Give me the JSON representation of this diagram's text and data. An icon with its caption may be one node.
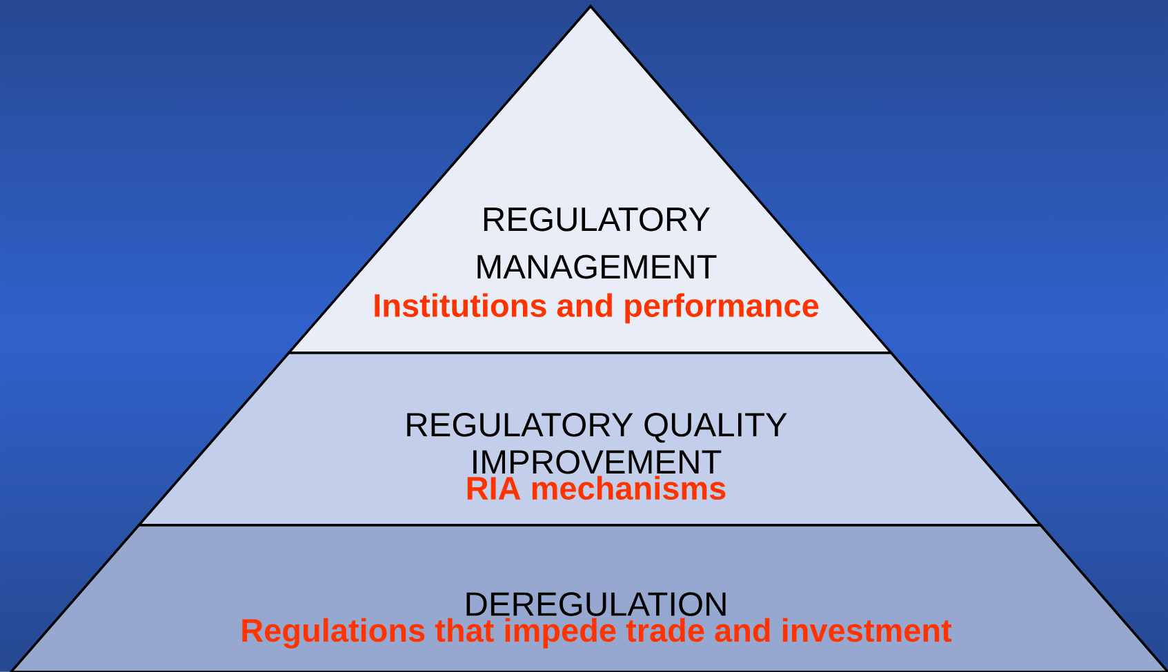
{
  "diagram": {
    "nodes": [
      {
        "text": [
          "REGULATORY MANAGEMENT",
          "Institutions and performance"
        ]
      },
      {
        "text": [
          "REGULATORY QUALITY IMPROVEMENT",
          "RIA mechanisms"
        ]
      },
      {
        "text": [
          "DEREGULATION",
          "Regulations that impede trade and investment"
        ]
      }
    ]
  }
}
